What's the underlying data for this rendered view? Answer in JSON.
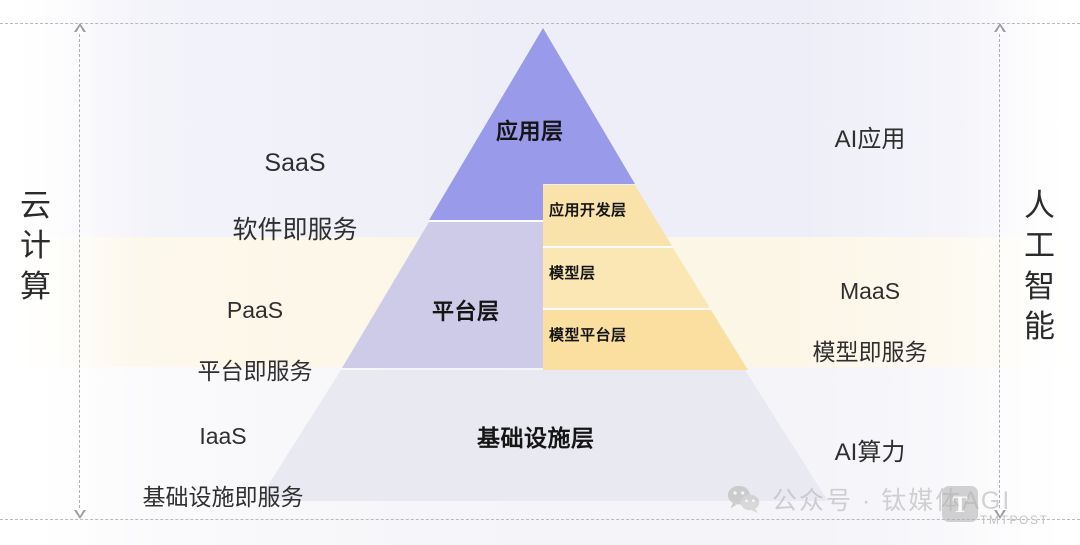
{
  "diagram": {
    "title_left": "云\n计\n算",
    "title_right": "人\n工\n智\n能",
    "pyramid_layers": [
      {
        "id": "application",
        "label": "应用层",
        "side": "left",
        "color": "#9a9aea"
      },
      {
        "id": "platform",
        "label": "平台层",
        "side": "left",
        "color": "#cdcbe8"
      },
      {
        "id": "infrastructure",
        "label": "基础设施层",
        "side": "full",
        "color": "#e9e9f2"
      },
      {
        "id": "app-development",
        "label": "应用开发层",
        "side": "right",
        "color": "#f9e3ab"
      },
      {
        "id": "model",
        "label": "模型层",
        "side": "right",
        "color": "#fbe7b4"
      },
      {
        "id": "model-platform",
        "label": "模型平台层",
        "side": "right",
        "color": "#fadfa0"
      }
    ],
    "left_annotations": [
      {
        "id": "saas",
        "abbr": "SaaS",
        "desc": "软件即服务"
      },
      {
        "id": "paas",
        "abbr": "PaaS",
        "desc": "平台即服务"
      },
      {
        "id": "iaas",
        "abbr": "IaaS",
        "desc": "基础设施即服务"
      }
    ],
    "right_annotations": [
      {
        "id": "ai-application",
        "text": "AI应用"
      },
      {
        "id": "maas",
        "abbr": "MaaS",
        "desc": "模型即服务"
      },
      {
        "id": "ai-compute",
        "text": "AI算力"
      }
    ]
  },
  "watermark": {
    "text": "公众号 · 钛媒体AGI",
    "badge_letter": "T",
    "brand": "TMTPOST"
  },
  "colors": {
    "purple_dark": "#9a9aea",
    "purple_light": "#cdcbe8",
    "gray_lavender": "#e9e9f2",
    "yellow": "#fadfa0",
    "yellow_light": "#fbe7b4",
    "band_blue": "#eeeef8",
    "band_cream": "#fcf6e6",
    "dash": "#b9b9bd"
  }
}
